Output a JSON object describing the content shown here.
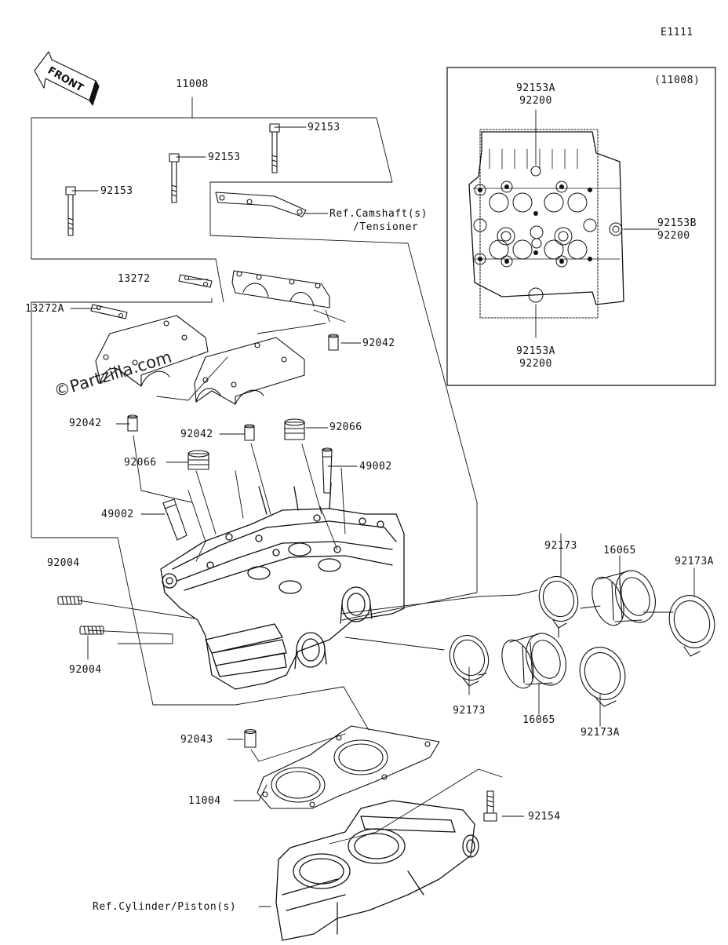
{
  "diagram_code": "E1111",
  "watermark": "©Partzilla.com",
  "front_arrow": "FRONT",
  "inset": {
    "title": "(11008)",
    "label_top": [
      "92153A",
      "92200"
    ],
    "label_right": [
      "92153B",
      "92200"
    ],
    "label_bottom": [
      "92153A",
      "92200"
    ]
  },
  "labels": {
    "p11008": "11008",
    "p92153_a": "92153",
    "p92153_b": "92153",
    "p92153_c": "92153",
    "ref_camshaft_1": "Ref.Camshaft(s)",
    "ref_camshaft_2": "/Tensioner",
    "p13272": "13272",
    "p13272A": "13272A",
    "p92042_a": "92042",
    "p92042_b": "92042",
    "p92042_c": "92042",
    "p92066_a": "92066",
    "p92066_b": "92066",
    "p49002_a": "49002",
    "p49002_b": "49002",
    "p92004_a": "92004",
    "p92004_b": "92004",
    "p92173_a": "92173",
    "p16065_a": "16065",
    "p92173A_a": "92173A",
    "p92173_b": "92173",
    "p16065_b": "16065",
    "p92173A_b": "92173A",
    "p92043": "92043",
    "p11004": "11004",
    "p92154": "92154",
    "ref_cylinder": "Ref.Cylinder/Piston(s)"
  }
}
